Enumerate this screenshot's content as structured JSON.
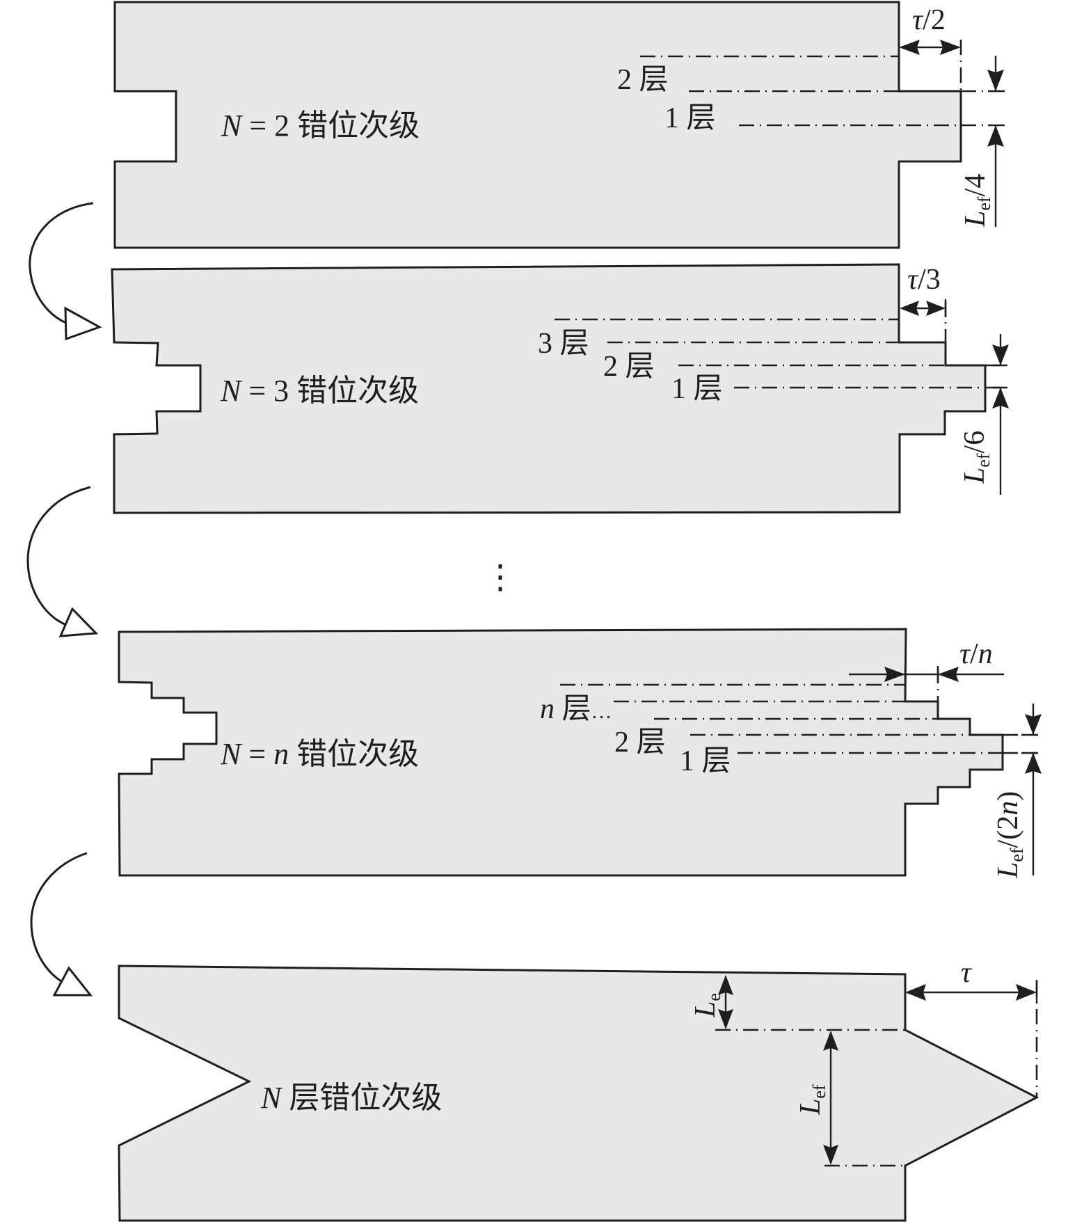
{
  "figure": {
    "stages": [
      {
        "id": "n2",
        "title_var": "N",
        "title_eq": " = 2 ",
        "title_text": "错位次级",
        "layers": [
          {
            "num": "2",
            "word": " 层"
          },
          {
            "num": "1",
            "word": " 层"
          }
        ],
        "tau_label": {
          "sym": "τ",
          "rest": "/2"
        },
        "len_label": {
          "sym": "L",
          "sub": "ef",
          "rest": "/4"
        }
      },
      {
        "id": "n3",
        "title_var": "N",
        "title_eq": " = 3 ",
        "title_text": "错位次级",
        "layers": [
          {
            "num": "3",
            "word": " 层"
          },
          {
            "num": "2",
            "word": " 层"
          },
          {
            "num": "1",
            "word": " 层"
          }
        ],
        "tau_label": {
          "sym": "τ",
          "rest": "/3"
        },
        "len_label": {
          "sym": "L",
          "sub": "ef",
          "rest": "/6"
        }
      },
      {
        "id": "nn",
        "title_var": "N",
        "title_eq": " = ",
        "title_var2": "n",
        "title_text": " 错位次级",
        "layers": [
          {
            "num": "n",
            "word": " 层",
            "ellipsis": "…"
          },
          {
            "num": "2",
            "word": " 层"
          },
          {
            "num": "1",
            "word": " 层"
          }
        ],
        "tau_label": {
          "sym": "τ",
          "rest": "/",
          "var": "n"
        },
        "len_label": {
          "sym": "L",
          "sub": "ef",
          "rest": "/(2",
          "var": "n",
          "close": ")"
        }
      },
      {
        "id": "final",
        "title_var": "N",
        "title_text": " 层错位次级",
        "tau_label": {
          "sym": "τ"
        },
        "le_label": {
          "sym": "L",
          "sub": "e"
        },
        "lef_label": {
          "sym": "L",
          "sub": "ef"
        }
      }
    ],
    "continuation": "⋮",
    "transition_arrows": 3
  }
}
